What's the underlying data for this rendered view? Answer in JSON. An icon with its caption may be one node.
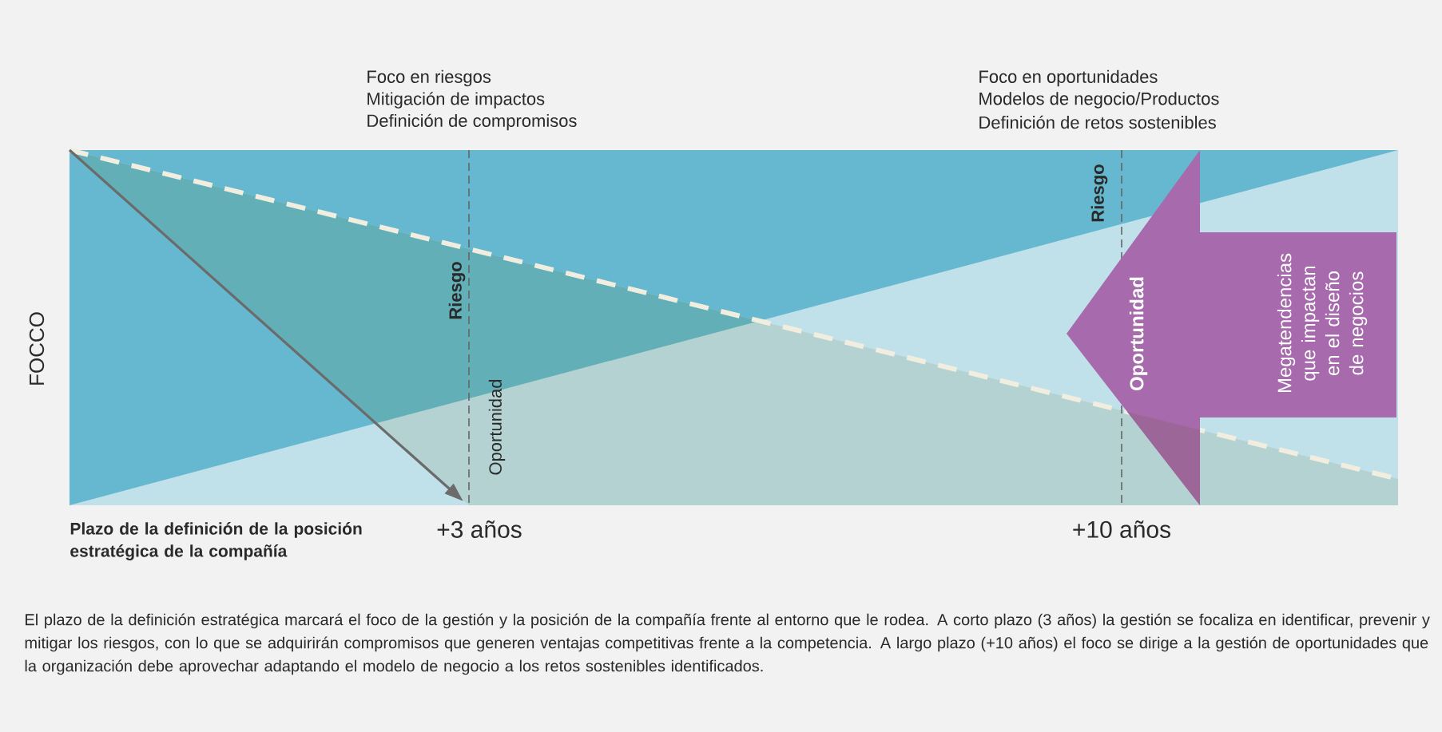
{
  "diagram": {
    "caption": "El plazo de la definición estratégica marcará el foco de la gestión y la posición de la compañía frente al entorno que le rodea. A corto plazo (3 años) la gestión se focaliza en identificar, prevenir y mitigar los riesgos, con lo que se adquirirán compromisos que generen ventajas competitivas frente a la competencia. A largo plazo (+10 años) el foco se dirige a la gestión de oportunidades que la organización debe aprovechar adaptando el modelo de negocio a los retos sostenibles identificados.",
    "nodes": [
      {
        "text": [
          "Oportunidad",
          "Megatendencias que impactan en el diseño de negocios"
        ]
      }
    ],
    "labels": [
      "Foco en riesgos",
      "Mitigación de impactos",
      "Definición de compromisos",
      "Foco en oportunidades",
      "Modelos de negocio/Productos",
      "Definición de retos sostenibles",
      "FOCCO",
      "Riesgo",
      "Riesgo",
      "Oportunidad",
      "Plazo de la definición de la posición estratégica de la compañía",
      "+3 años",
      "+10 años"
    ]
  }
}
